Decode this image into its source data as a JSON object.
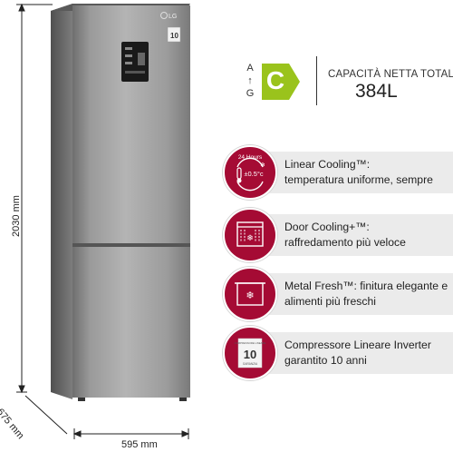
{
  "dimensions": {
    "height": "2030 mm",
    "depth": "675 mm",
    "width": "595 mm"
  },
  "product": {
    "brand_logo": "LG",
    "badge": "10"
  },
  "energy": {
    "scale_top": "A",
    "scale_mid": "↑",
    "scale_bottom": "G",
    "class": "C",
    "class_color": "#9ac31c"
  },
  "capacity": {
    "title": "CAPACITÀ NETTA TOTALE",
    "value": "384L"
  },
  "features": [
    {
      "icon": "linear-cooling-icon",
      "icon_text_top": "24 Hours",
      "icon_text_mid": "±0.5°c",
      "line1": "Linear Cooling™:",
      "line2": "temperatura uniforme, sempre"
    },
    {
      "icon": "door-cooling-icon",
      "line1": "Door Cooling+™:",
      "line2": "raffredamento più veloce"
    },
    {
      "icon": "metal-fresh-icon",
      "line1": "Metal Fresh™: finitura elegante e",
      "line2": "alimenti più freschi"
    },
    {
      "icon": "compressor-warranty-icon",
      "icon_text_top": "COMPRESSORE LINEARE",
      "icon_text_num": "10",
      "icon_text_bottom": "GARANZIA",
      "line1": "Compressore Lineare Inverter",
      "line2": "garantito 10 anni"
    }
  ],
  "colors": {
    "accent": "#a50b34",
    "pill": "#ebebeb",
    "steel": "#8e8e8e"
  }
}
